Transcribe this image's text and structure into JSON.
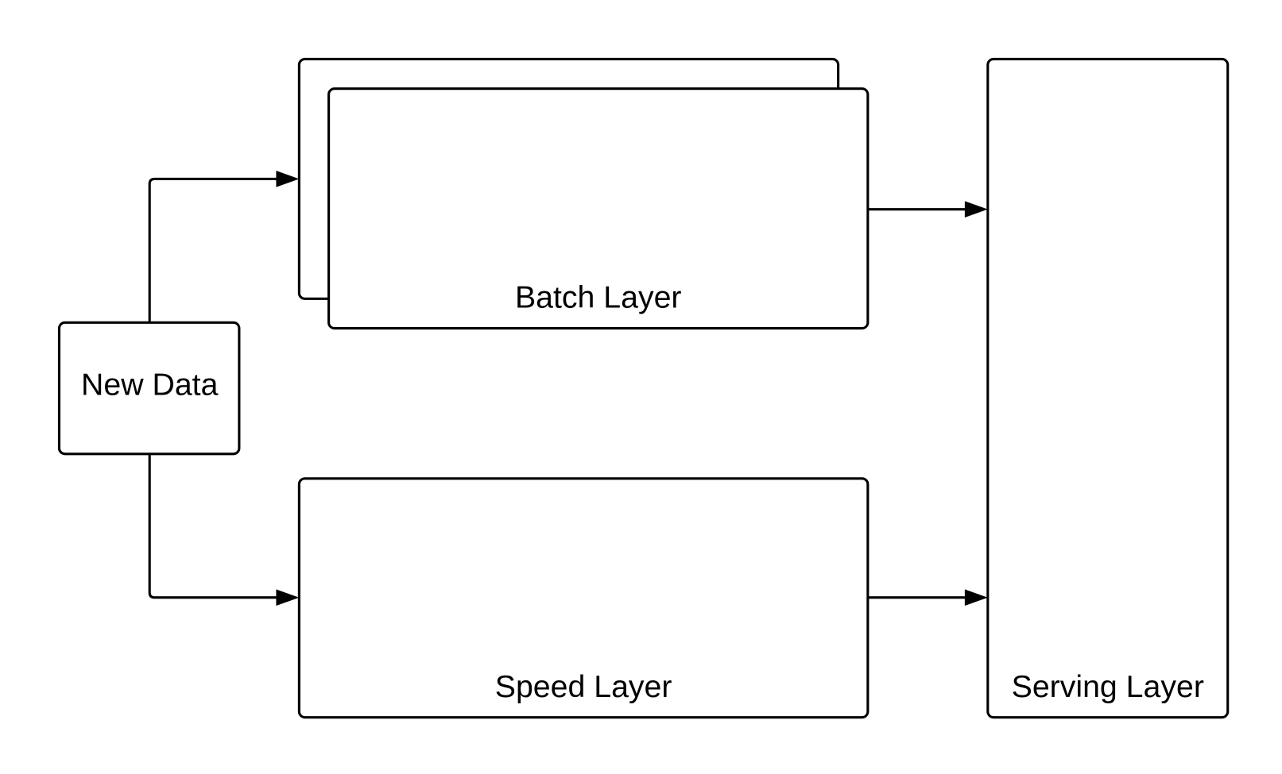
{
  "diagram": {
    "nodes": {
      "new_data": "New Data",
      "batch_layer": "Batch Layer",
      "speed_layer": "Speed Layer",
      "serving_layer": "Serving Layer"
    },
    "edges": [
      {
        "from": "New Data",
        "to": "Batch Layer"
      },
      {
        "from": "New Data",
        "to": "Speed Layer"
      },
      {
        "from": "Batch Layer",
        "to": "Serving Layer"
      },
      {
        "from": "Speed Layer",
        "to": "Serving Layer"
      }
    ],
    "colors": {
      "stroke": "#000000",
      "background": "#ffffff"
    }
  }
}
